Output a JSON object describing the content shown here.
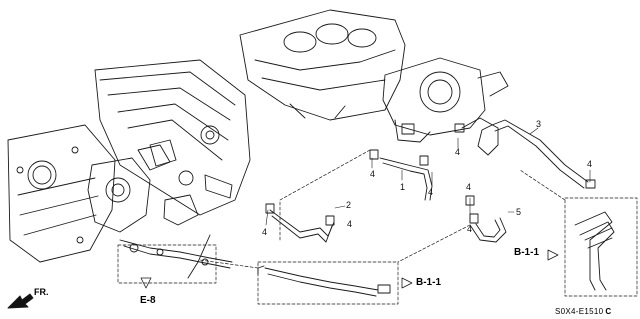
{
  "callouts": {
    "c1": "1",
    "c2": "2",
    "c3": "3",
    "c5": "5",
    "c4a": "4",
    "c4b": "4",
    "c4c": "4",
    "c4d": "4",
    "c4e": "4",
    "c4f": "4",
    "c4g": "4",
    "c4h": "4"
  },
  "refs": {
    "b11_right": "B-1-1",
    "b11_bottom": "B-1-1",
    "e8": "E-8",
    "fr": "FR."
  },
  "diagram_code": "S0X4-E1510",
  "diagram_code_suffix": "C"
}
